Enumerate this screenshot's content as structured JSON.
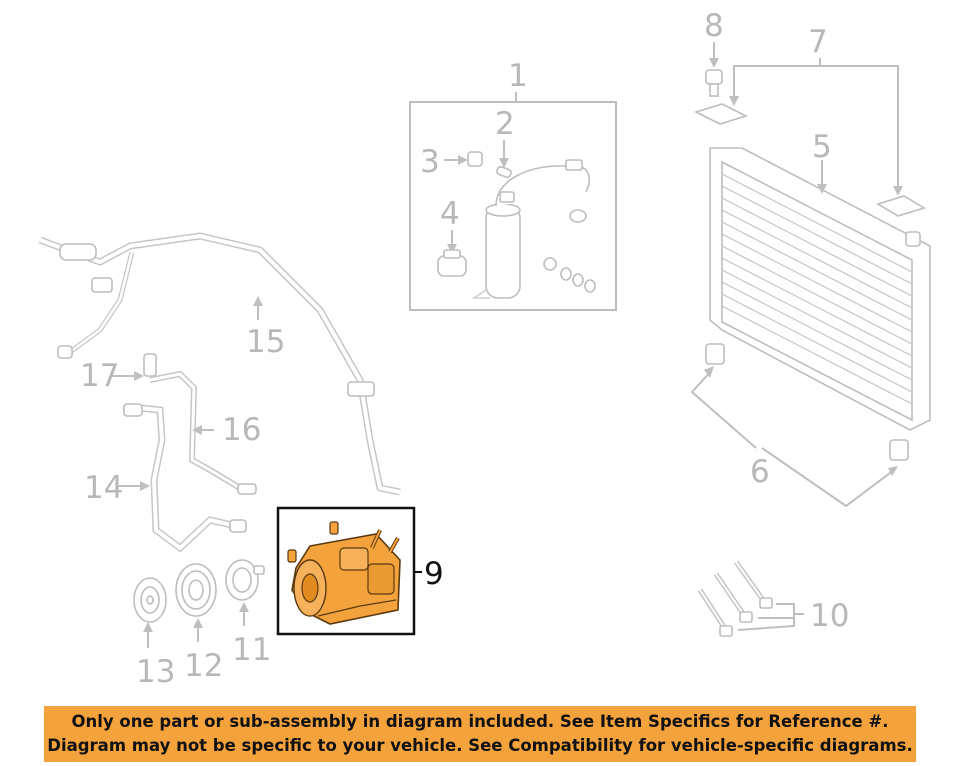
{
  "callouts": {
    "c1": "1",
    "c2": "2",
    "c3": "3",
    "c4": "4",
    "c5": "5",
    "c6": "6",
    "c7": "7",
    "c8": "8",
    "c9": "9",
    "c10": "10",
    "c11": "11",
    "c12": "12",
    "c13": "13",
    "c14": "14",
    "c15": "15",
    "c16": "16",
    "c17": "17"
  },
  "colors": {
    "highlight_part": "#f4a23c",
    "banner_background": "#f4a23c",
    "callout_text": "#b8b8b8"
  },
  "banner": {
    "line1": "Only one part or sub-assembly in diagram included. See Item Specifics for Reference #.",
    "line2": "Diagram may not be specific to your vehicle. See Compatibility for vehicle-specific diagrams."
  }
}
